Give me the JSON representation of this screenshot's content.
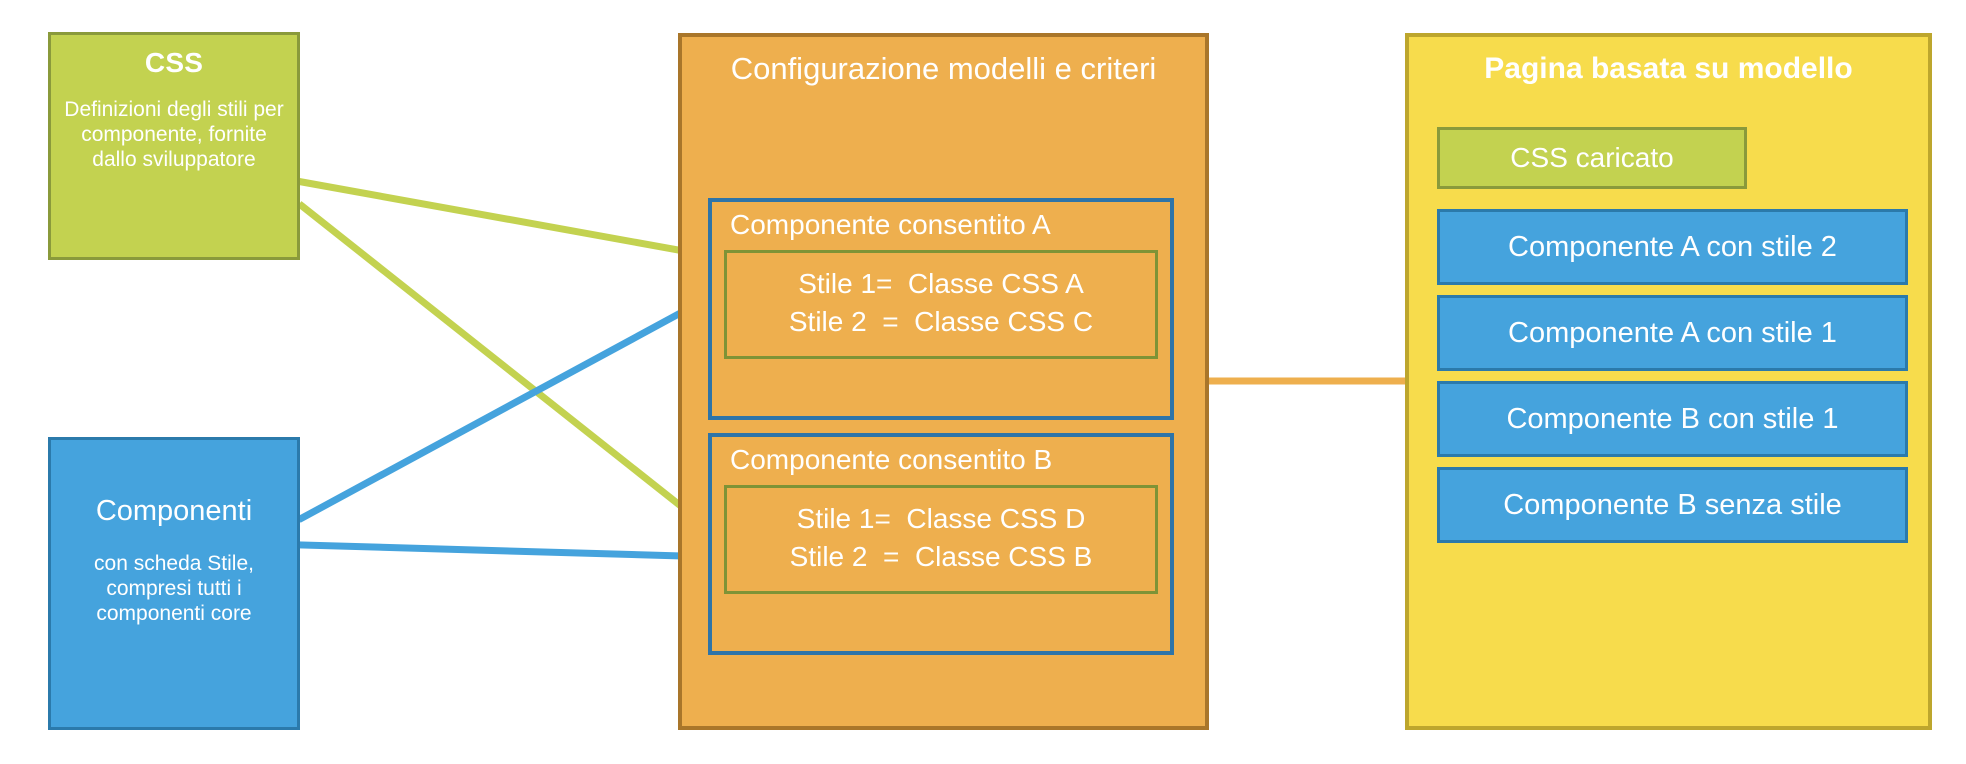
{
  "diagram": {
    "title_implicit": "",
    "colors": {
      "green_fill": "#c3d250",
      "green_border": "#8a9a3b",
      "blue_fill": "#45a3dd",
      "blue_border": "#2b7aab",
      "orange_fill": "#eeaf4e",
      "orange_border": "#a9762a",
      "yellow_fill": "#f7dc4c",
      "yellow_border": "#bda62d",
      "connector_green": "#c3d250",
      "connector_blue": "#45a3dd",
      "connector_orange": "#eeaf4e",
      "inner_blue_border": "#2e74a8",
      "inner_green_border": "#7e9336",
      "text": "#ffffff"
    }
  },
  "css_box": {
    "title": "CSS",
    "description": "Definizioni degli stili per componente, fornite dallo sviluppatore"
  },
  "componenti_box": {
    "title": "Componenti",
    "description": "con scheda Stile, compresi tutti i componenti core"
  },
  "config_panel": {
    "title": "Configurazione modelli e criteri",
    "groups": [
      {
        "title": "Componente consentito A",
        "styles": [
          "Stile 1=  Classe CSS A",
          "Stile 2  =  Classe CSS C"
        ]
      },
      {
        "title": "Componente consentito B",
        "styles": [
          "Stile 1=  Classe CSS D",
          "Stile 2  =  Classe CSS B"
        ]
      }
    ]
  },
  "page_panel": {
    "title": "Pagina basata su modello",
    "css_loaded": "CSS caricato",
    "components": [
      "Componente A con stile 2",
      "Componente A con stile 1",
      "Componente B con stile 1",
      "Componente B senza stile"
    ]
  }
}
